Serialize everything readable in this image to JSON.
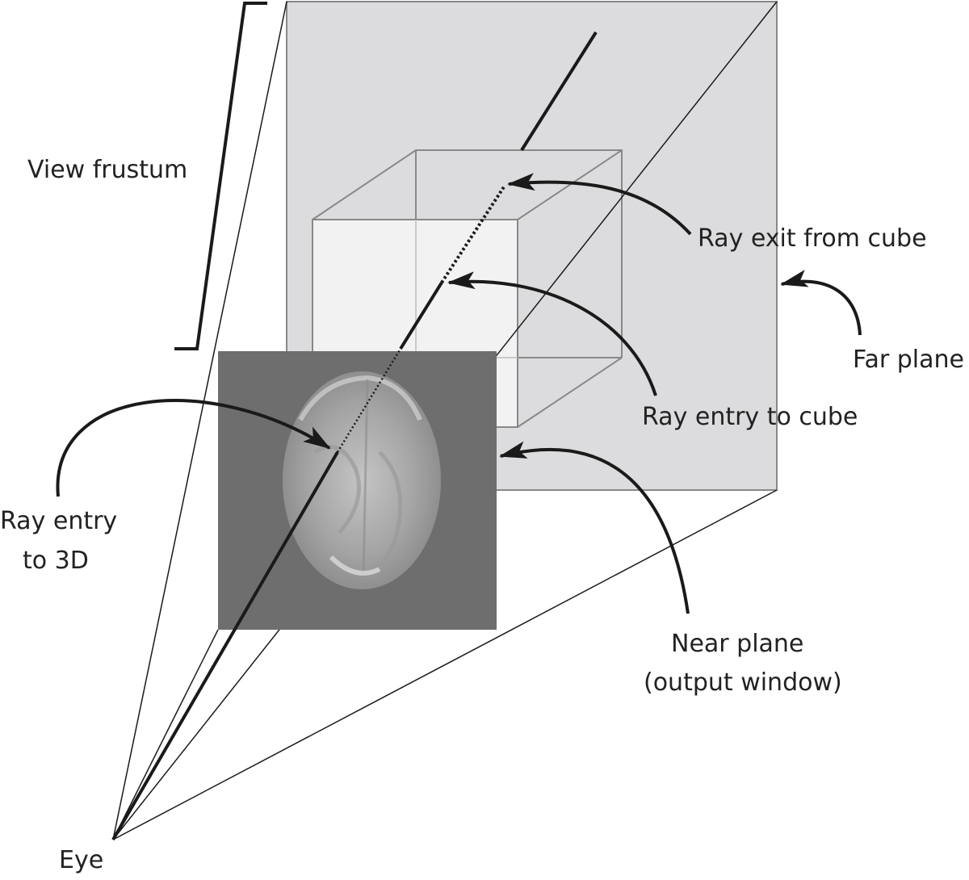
{
  "labels": {
    "view_frustum": "View frustum",
    "ray_exit": "Ray exit from cube",
    "far_plane": "Far plane",
    "ray_entry_cube": "Ray entry to cube",
    "ray_entry_3d_line1": "Ray entry",
    "ray_entry_3d_line2": "to 3D",
    "near_plane_line1": "Near plane",
    "near_plane_line2": "(output window)",
    "eye": "Eye"
  },
  "colors": {
    "far_plane_fill": "#dcdcde",
    "near_plane_fill": "#6e6e6e",
    "cube_face_fill": "#f2f2f2",
    "cube_edge": "#888888",
    "ink": "#1a1a1a"
  }
}
